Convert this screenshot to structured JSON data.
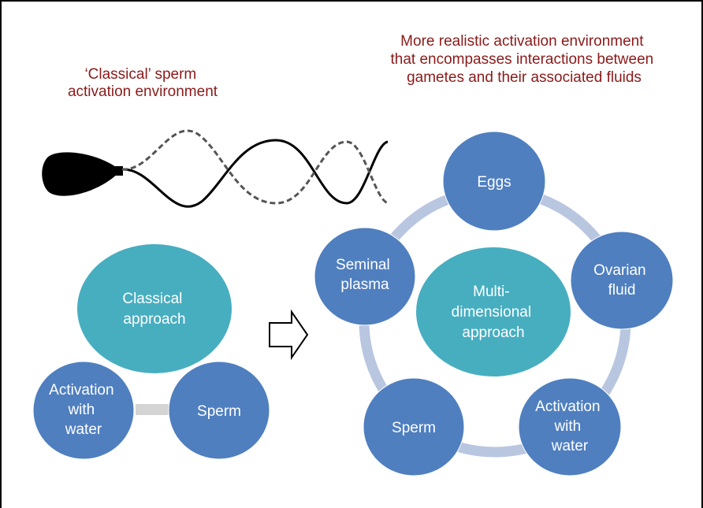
{
  "headings": {
    "classical": [
      "‘Classical’ sperm",
      "activation environment"
    ],
    "realistic": [
      "More realistic activation environment",
      "that encompasses interactions between",
      "gametes and their associated fluids"
    ]
  },
  "classical_diagram": {
    "center": [
      "Classical",
      "approach"
    ],
    "activation": [
      "Activation",
      "with",
      "water"
    ],
    "sperm": [
      "Sperm"
    ]
  },
  "multi_diagram": {
    "center": [
      "Multi-",
      "dimensional",
      "approach"
    ],
    "eggs": [
      "Eggs"
    ],
    "ovarian": [
      "Ovarian",
      "fluid"
    ],
    "activation": [
      "Activation",
      "with",
      "water"
    ],
    "sperm": [
      "Sperm"
    ],
    "seminal": [
      "Seminal",
      "plasma"
    ]
  },
  "colors": {
    "heading_text": "#8b1a1a",
    "node_blue": "#4f7fbf",
    "center_teal": "#47aec0",
    "ring": "#b9c6e0",
    "connector": "#d4d4d4",
    "border": "#000000"
  },
  "icons": {
    "sperm": "sperm-cell-icon",
    "arrow": "right-arrow-outline-icon"
  }
}
